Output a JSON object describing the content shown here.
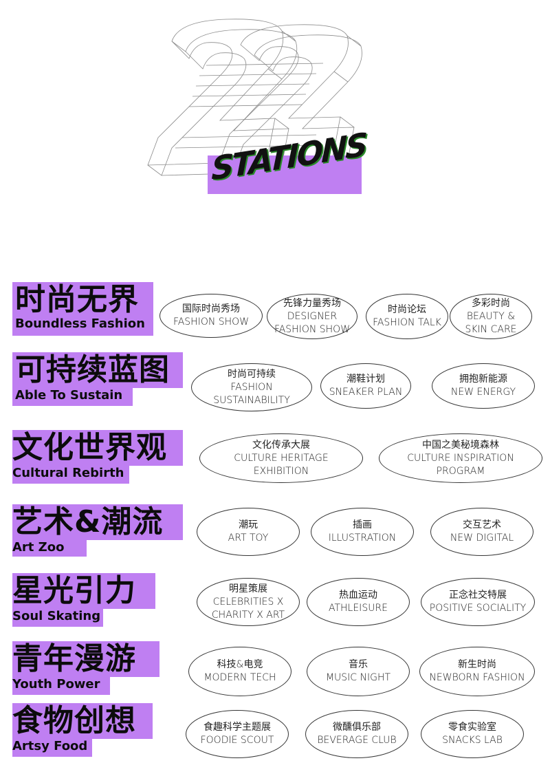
{
  "hero": {
    "number": "22",
    "badge": "STATIONS"
  },
  "sections": [
    {
      "zh": "时尚无界",
      "en": "Boundless Fashion",
      "items": [
        {
          "zh": "国际时尚秀场",
          "en": [
            "FASHION SHOW"
          ]
        },
        {
          "zh": "先锋力量秀场",
          "en": [
            "DESIGNER",
            "FASHION SHOW"
          ]
        },
        {
          "zh": "时尚论坛",
          "en": [
            "FASHION TALK"
          ]
        },
        {
          "zh": "多彩时尚",
          "en": [
            "BEAUTY &",
            "SKIN CARE"
          ]
        }
      ]
    },
    {
      "zh": "可持续蓝图",
      "en": "Able To Sustain",
      "items": [
        {
          "zh": "时尚可持续",
          "en": [
            "FASHION",
            "SUSTAINABILITY"
          ]
        },
        {
          "zh": "潮鞋计划",
          "en": [
            "SNEAKER  PLAN"
          ]
        },
        {
          "zh": "拥抱新能源",
          "en": [
            "NEW ENERGY"
          ]
        }
      ]
    },
    {
      "zh": "文化世界观",
      "en": "Cultural Rebirth",
      "items": [
        {
          "zh": "文化传承大展",
          "en": [
            "CULTURE HERITAGE",
            "EXHIBITION"
          ]
        },
        {
          "zh": "中国之美秘境森林",
          "en": [
            "CULTURE INSPIRATION",
            "PROGRAM"
          ]
        }
      ]
    },
    {
      "zh": "艺术&潮流",
      "en": "Art Zoo",
      "items": [
        {
          "zh": "潮玩",
          "en": [
            "ART TOY"
          ]
        },
        {
          "zh": "插画",
          "en": [
            "ILLUSTRATION"
          ]
        },
        {
          "zh": "交互艺术",
          "en": [
            "NEW DIGITAL"
          ]
        }
      ]
    },
    {
      "zh": "星光引力",
      "en": "Soul Skating",
      "items": [
        {
          "zh": "明星策展",
          "en": [
            "CELEBRITIES X",
            "CHARITY X ART"
          ]
        },
        {
          "zh": "热血运动",
          "en": [
            "ATHLEISURE"
          ]
        },
        {
          "zh": "正念社交特展",
          "en": [
            "POSITIVE  SOCIALITY"
          ]
        }
      ]
    },
    {
      "zh": "青年漫游",
      "en": "Youth Power",
      "items": [
        {
          "zh": "科技&电竞",
          "en": [
            "MODERN TECH"
          ]
        },
        {
          "zh": "音乐",
          "en": [
            "MUSIC NIGHT"
          ]
        },
        {
          "zh": "新生时尚",
          "en": [
            "NEWBORN FASHION"
          ]
        }
      ]
    },
    {
      "zh": "食物创想",
      "en": "Artsy Food",
      "items": [
        {
          "zh": "食趣科学主题展",
          "en": [
            "FOODIE SCOUT"
          ]
        },
        {
          "zh": "微醺俱乐部",
          "en": [
            "BEVERAGE CLUB"
          ]
        },
        {
          "zh": "零食实验室",
          "en": [
            "SNACKS LAB"
          ]
        }
      ]
    }
  ],
  "colors": {
    "accent": "#bf7ff2",
    "outline": "#333333",
    "text": "#111111"
  }
}
